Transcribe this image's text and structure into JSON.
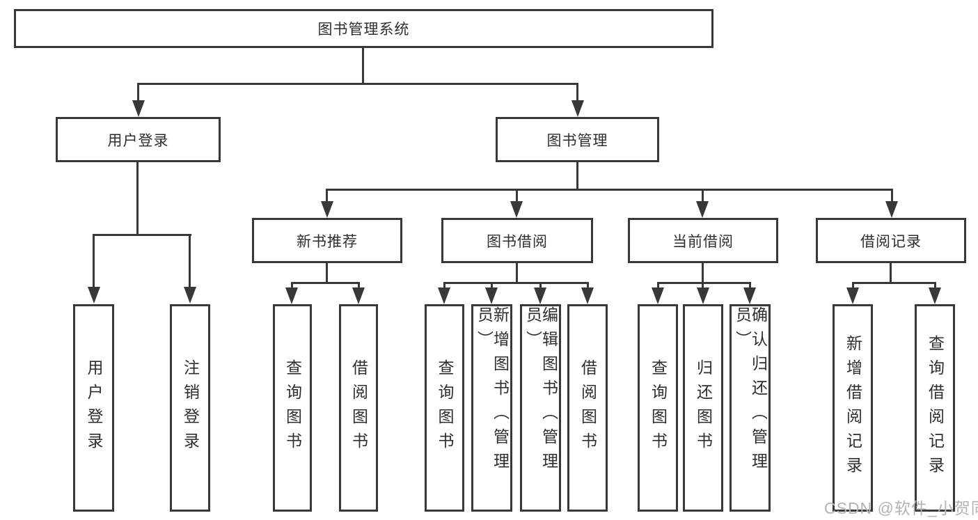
{
  "tree": {
    "root": "图书管理系统",
    "children": [
      {
        "label": "用户登录",
        "children": [
          {
            "label": "用户登录"
          },
          {
            "label": "注销登录"
          }
        ]
      },
      {
        "label": "图书管理",
        "children": [
          {
            "label": "新书推荐",
            "children": [
              {
                "label": "查询图书"
              },
              {
                "label": "借阅图书"
              }
            ]
          },
          {
            "label": "图书借阅",
            "children": [
              {
                "label": "查询图书"
              },
              {
                "label": "新增图书（管理员）"
              },
              {
                "label": "编辑图书（管理员）"
              },
              {
                "label": "借阅图书"
              }
            ]
          },
          {
            "label": "当前借阅",
            "children": [
              {
                "label": "查询图书"
              },
              {
                "label": "归还图书"
              },
              {
                "label": "确认归还（管理员）"
              }
            ]
          },
          {
            "label": "借阅记录",
            "children": [
              {
                "label": "新增借阅记录"
              },
              {
                "label": "查询借阅记录"
              }
            ]
          }
        ]
      }
    ]
  },
  "watermark": {
    "text": "CSDN @软件_小贺同学"
  },
  "colors": {
    "line": "#383838",
    "text": "#2e2e2e",
    "watermark": "#b4b4b4",
    "background": "#ffffff"
  }
}
